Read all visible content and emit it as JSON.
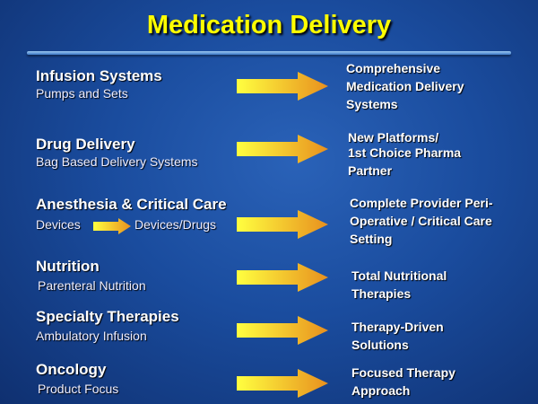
{
  "title": "Medication Delivery",
  "rows": [
    {
      "heading": "Infusion Systems",
      "sub": "Pumps and Sets",
      "result": [
        "Comprehensive",
        "Medication Delivery",
        "Systems"
      ]
    },
    {
      "heading": "Drug Delivery",
      "sub": "Bag Based Delivery Systems",
      "result": [
        "New Platforms/",
        "1st Choice Pharma",
        "Partner"
      ]
    },
    {
      "heading": "Anesthesia & Critical Care",
      "sub_from": "Devices",
      "sub_to": "Devices/Drugs",
      "result": [
        "Complete Provider Peri-",
        "Operative / Critical Care",
        "Setting"
      ]
    },
    {
      "heading": "Nutrition",
      "sub": "Parenteral Nutrition",
      "result": [
        "Total Nutritional",
        "Therapies"
      ]
    },
    {
      "heading": "Specialty Therapies",
      "sub": "Ambulatory Infusion",
      "result": [
        "Therapy-Driven",
        "Solutions"
      ]
    },
    {
      "heading": "Oncology",
      "sub": "Product Focus",
      "result": [
        "Focused Therapy",
        "Approach"
      ]
    }
  ],
  "colors": {
    "title": "#ffff00",
    "arrow_start": "#ffff40",
    "arrow_end": "#e89020"
  }
}
